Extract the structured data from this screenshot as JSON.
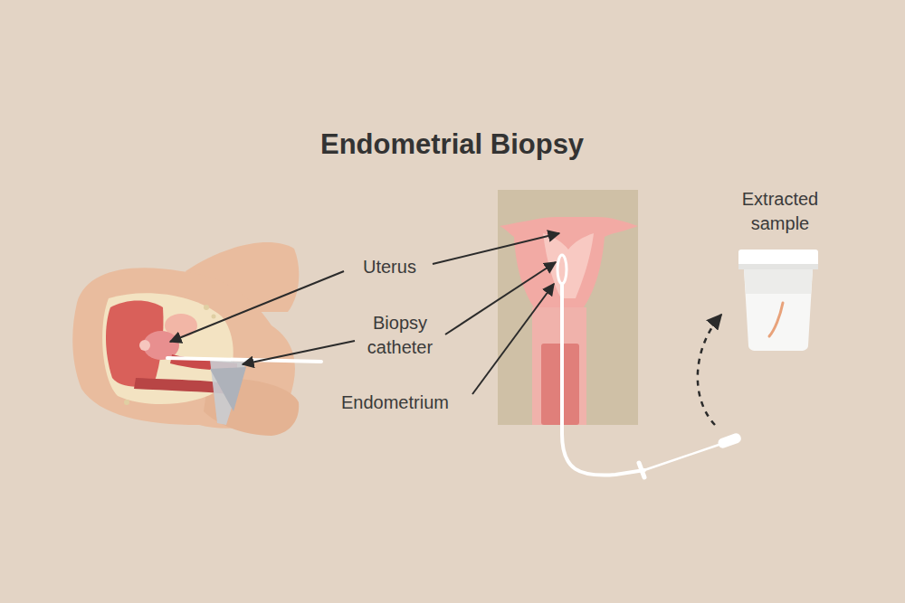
{
  "diagram": {
    "title": "Endometrial Biopsy",
    "labels": [
      "Uterus",
      "Biopsy catheter",
      "Endometrium",
      "Extracted sample"
    ]
  }
}
